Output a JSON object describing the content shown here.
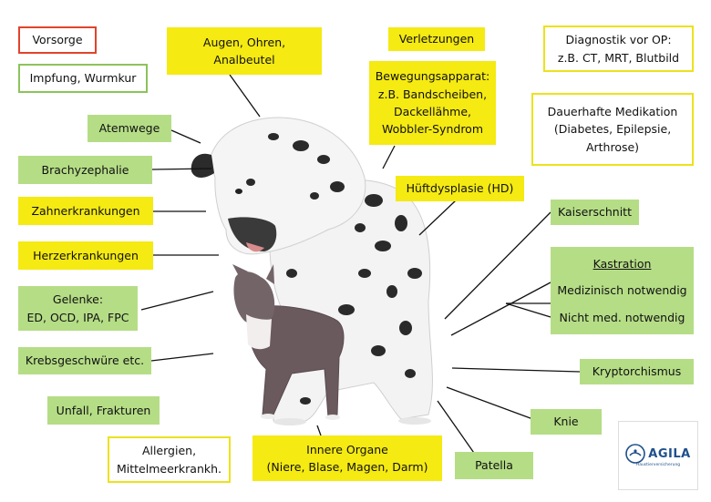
{
  "labels": {
    "vorsorge": "Vorsorge",
    "impfung": "Impfung, Wurmkur",
    "atemwege": "Atemwege",
    "brachy": "Brachyzephalie",
    "zahn": "Zahnerkrankungen",
    "herz": "Herzerkrankungen",
    "gelenke_1": "Gelenke:",
    "gelenke_2": "ED, OCD, IPA, FPC",
    "krebs": "Krebsgeschwüre etc.",
    "unfall": "Unfall, Frakturen",
    "allergien_1": "Allergien,",
    "allergien_2": "Mittelmeerkrankh.",
    "augen_1": "Augen, Ohren,",
    "augen_2": "Analbeutel",
    "verletzungen": "Verletzungen",
    "bewegung_1": "Bewegungsapparat:",
    "bewegung_2": "z.B. Bandscheiben,",
    "bewegung_3": "Dackellähme,",
    "bewegung_4": "Wobbler-Syndrom",
    "hueft": "Hüftdysplasie (HD)",
    "diag_1": "Diagnostik vor OP:",
    "diag_2": "z.B. CT, MRT, Blutbild",
    "dauer_1": "Dauerhafte Medikation",
    "dauer_2": "(Diabetes, Epilepsie,",
    "dauer_3": "Arthrose)",
    "kaiser": "Kaiserschnitt",
    "kastration": "Kastration",
    "kast_med": "Medizinisch notwendig",
    "kast_nicht": "Nicht med. notwendig",
    "krypt": "Kryptorchismus",
    "knie": "Knie",
    "patella": "Patella",
    "innere_1": "Innere Organe",
    "innere_2": "(Niere, Blase, Magen, Darm)"
  },
  "logo": {
    "name": "AGILA",
    "subtitle": "Haustierversicherung"
  },
  "colors": {
    "green_fill": "#b5dd86",
    "yellow_fill": "#f5ea12",
    "red_border": "#e0442b",
    "green_border": "#8cc35a",
    "yellow_border": "#ece21c",
    "logo_blue": "#1f4f8b"
  }
}
